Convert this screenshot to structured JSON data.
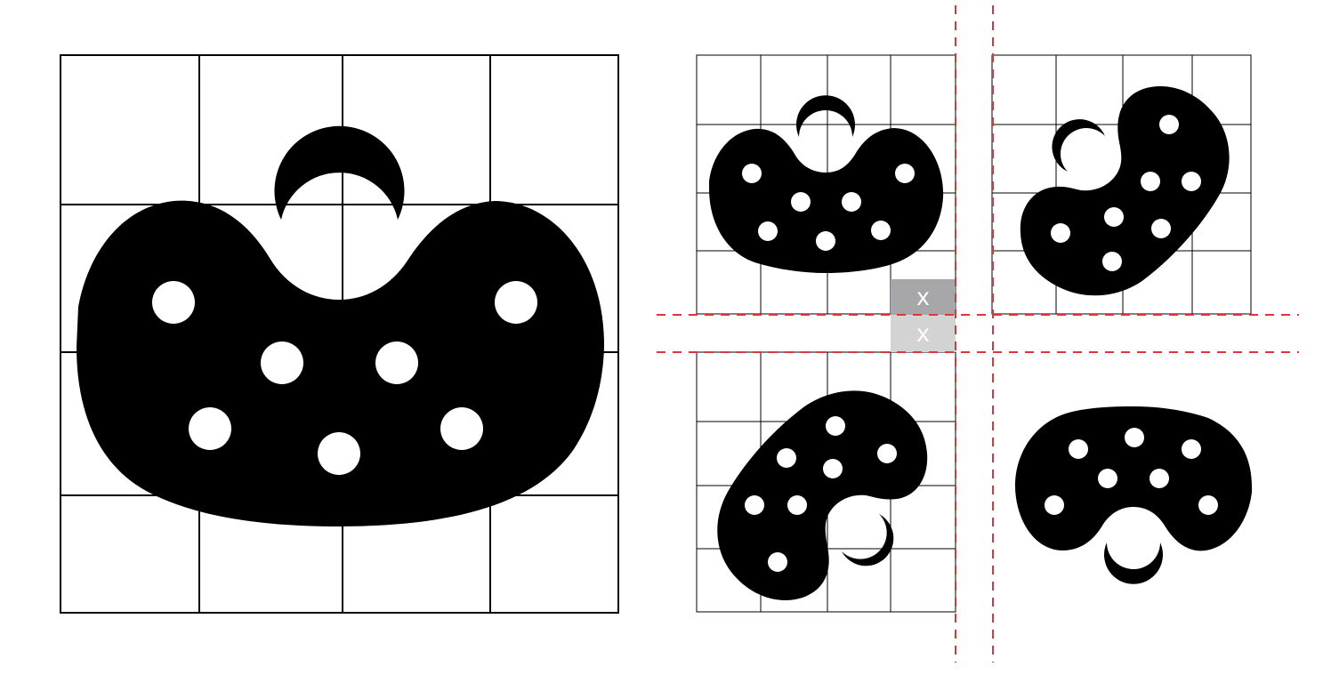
{
  "labels": {
    "spacing_marker_top": "X",
    "spacing_marker_bottom": "X"
  },
  "colors": {
    "background": "#ffffff",
    "shape": "#000000",
    "grid_line": "#000000",
    "guide_line": "#d9363e",
    "marker_dark": "#a7a7aa",
    "marker_light": "#d3d3d3",
    "marker_text": "#ffffff"
  },
  "icons": {
    "main": "palette-blob-logo",
    "variants": [
      "palette-blob-logo",
      "palette-blob-logo-rotated-cw",
      "palette-blob-logo-rotated-ccw",
      "palette-blob-logo-flipped"
    ]
  }
}
